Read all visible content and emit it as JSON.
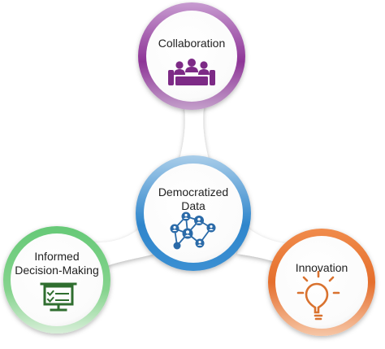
{
  "diagram": {
    "center": {
      "label_line1": "Democratized",
      "label_line2": "Data",
      "icon": "network-people-icon",
      "ring_color": "#3f8fcf",
      "icon_color": "#2a6aa8"
    },
    "nodes": [
      {
        "id": "collaboration",
        "label": "Collaboration",
        "icon": "meeting-group-icon",
        "ring_color": "#9b3aa0",
        "icon_color": "#7d2a86"
      },
      {
        "id": "informed",
        "label_line1": "Informed",
        "label_line2": "Decision-Making",
        "icon": "presentation-board-icon",
        "ring_color": "#5cc26a",
        "icon_color": "#2f6e2f"
      },
      {
        "id": "innovation",
        "label": "Innovation",
        "icon": "lightbulb-icon",
        "ring_color": "#e8702e",
        "icon_color": "#d9722f"
      }
    ]
  }
}
